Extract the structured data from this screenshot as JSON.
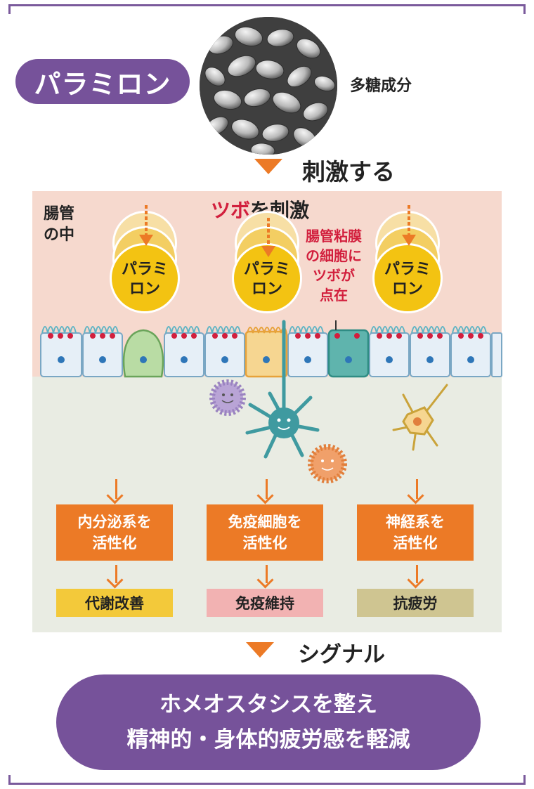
{
  "title": "パラミロン",
  "photo_caption": "多糖成分",
  "step1": "刺激する",
  "inside_label": [
    "腸管",
    "の中"
  ],
  "tsubo_label": "ツボを刺激",
  "tsubo_red": "ツボ",
  "tsubo_black": "を刺激",
  "mucosa_note": [
    "腸管粘膜",
    "の細胞に",
    "ツボが",
    "点在"
  ],
  "coin_labels": [
    [
      "パラミ",
      "ロン"
    ],
    [
      "パラミ",
      "ロン"
    ],
    [
      "パラミ",
      "ロン"
    ]
  ],
  "activation": [
    {
      "lines": [
        "内分泌系を",
        "活性化"
      ],
      "result": "代謝改善",
      "result_color": "#f3c93a"
    },
    {
      "lines": [
        "免疫細胞を",
        "活性化"
      ],
      "result": "免疫維持",
      "result_color": "#f2b2b2"
    },
    {
      "lines": [
        "神経系を",
        "活性化"
      ],
      "result": "抗疲労",
      "result_color": "#cfc591"
    }
  ],
  "step2": "シグナル",
  "conclusion": [
    "ホメオスタシスを整え",
    "精神的・身体的疲労感を軽減"
  ],
  "colors": {
    "purple": "#76529a",
    "orange": "#ec7a26",
    "red": "#d21f3d",
    "intestine_bg": "#f6d9ce",
    "lower_bg": "#e9ece3",
    "coin_yellow": "#f3c312"
  }
}
